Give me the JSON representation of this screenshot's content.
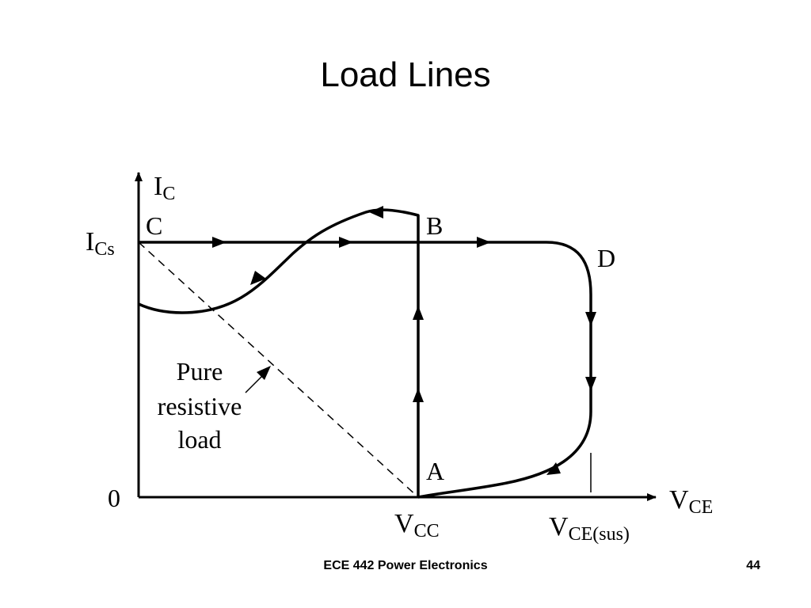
{
  "slide": {
    "title": "Load Lines"
  },
  "diagram": {
    "y_axis_label_main": "I",
    "y_axis_label_sub": "C",
    "x_axis_label_main": "V",
    "x_axis_label_sub": "CE",
    "origin_label": "0",
    "ics_label_main": "I",
    "ics_label_sub": "Cs",
    "vcc_label_main": "V",
    "vcc_label_sub": "CC",
    "vcesus_label_main": "V",
    "vcesus_label_sub": "CE(sus)",
    "point_a": "A",
    "point_b": "B",
    "point_c": "C",
    "point_d": "D",
    "annotation_line1": "Pure",
    "annotation_line2": "resistive",
    "annotation_line3": "load"
  },
  "footer": {
    "course": "ECE 442 Power Electronics",
    "page_number": "44"
  }
}
